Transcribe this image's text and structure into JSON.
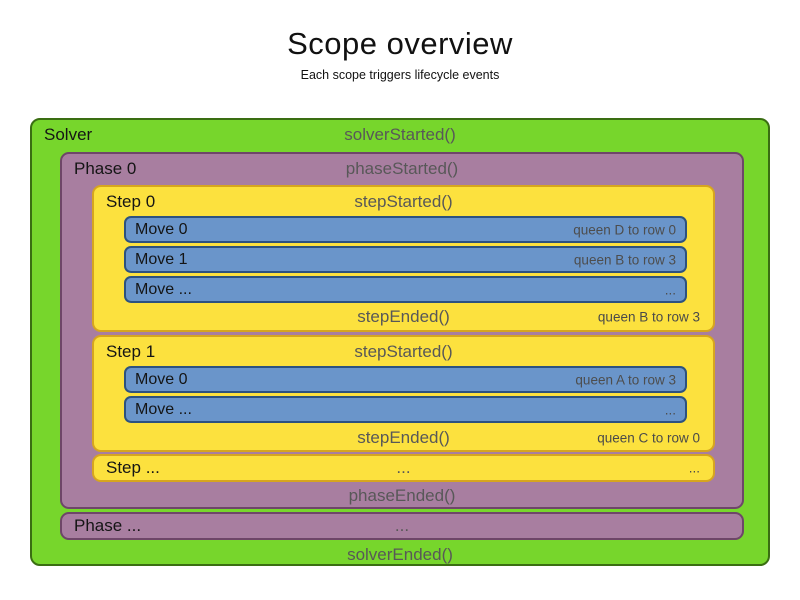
{
  "header": {
    "title": "Scope overview",
    "subtitle": "Each scope triggers lifecycle events"
  },
  "colors": {
    "solver_fill": "#77d62c",
    "solver_border": "#3a6e12",
    "phase_fill": "#a87ea0",
    "phase_border": "#6e4668",
    "step_fill": "#fce13e",
    "step_border": "#d6a51f",
    "move_fill": "#6a95ca",
    "move_border": "#2c5280",
    "event_text": "#585858",
    "label_text": "#151515"
  },
  "solver": {
    "label": "Solver",
    "started": "solverStarted()",
    "ended": "solverEnded()",
    "phases": [
      {
        "label": "Phase 0",
        "started": "phaseStarted()",
        "ended": "phaseEnded()",
        "steps": [
          {
            "label": "Step 0",
            "started": "stepStarted()",
            "ended": "stepEnded()",
            "ended_note": "queen B to row 3",
            "moves": [
              {
                "label": "Move 0",
                "note": "queen D to row 0"
              },
              {
                "label": "Move 1",
                "note": "queen B to row 3"
              },
              {
                "label": "Move ...",
                "note": "..."
              }
            ]
          },
          {
            "label": "Step 1",
            "started": "stepStarted()",
            "ended": "stepEnded()",
            "ended_note": "queen C to row 0",
            "moves": [
              {
                "label": "Move 0",
                "note": "queen A to row 3"
              },
              {
                "label": "Move ...",
                "note": "..."
              }
            ]
          },
          {
            "label": "Step ...",
            "center": "...",
            "note": "..."
          }
        ]
      },
      {
        "label": "Phase ...",
        "center": "..."
      }
    ]
  }
}
